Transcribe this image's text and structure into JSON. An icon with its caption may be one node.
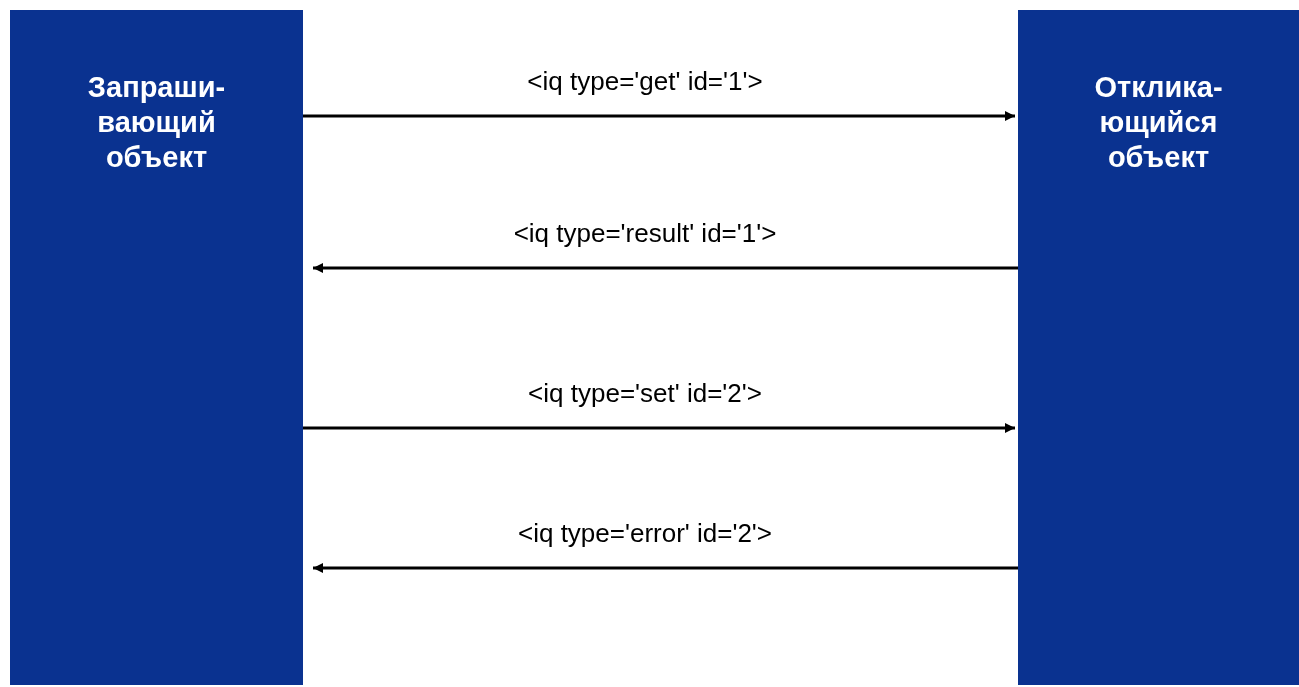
{
  "diagram": {
    "nodes": [
      {
        "text": [
          "Запраши- вающий объект"
        ]
      },
      {
        "text": [
          "Отклика- ющийся объект"
        ]
      }
    ],
    "edges": [
      {
        "from": 0,
        "to": 1,
        "arrow": "to",
        "label": "<iq type='get' id='1'>"
      },
      {
        "from": 1,
        "to": 0,
        "arrow": "to",
        "label": "<iq type='result' id='1'>"
      },
      {
        "from": 0,
        "to": 1,
        "arrow": "to",
        "label": "<iq type='set' id='2'>"
      },
      {
        "from": 1,
        "to": 0,
        "arrow": "to",
        "label": "<iq type='error' id='2'>"
      }
    ]
  }
}
